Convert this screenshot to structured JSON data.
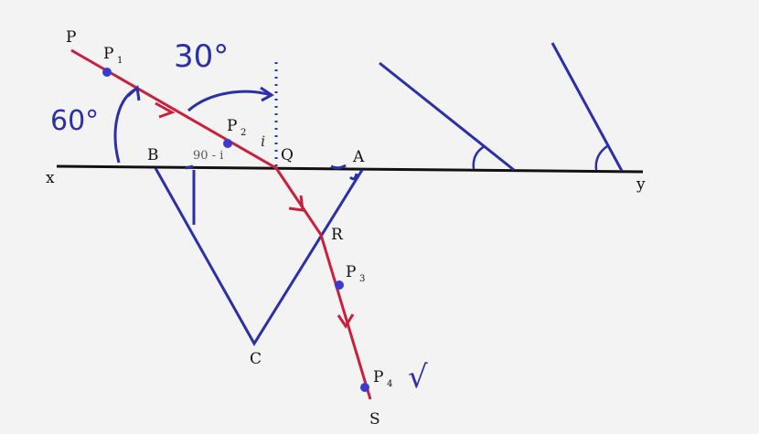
{
  "labels": {
    "p": "P",
    "s": "S",
    "q": "Q",
    "r": "R",
    "a": "A",
    "b": "B",
    "c": "C",
    "x": "x",
    "y": "y",
    "pin1": "P",
    "pin1_sub": "1",
    "pin2": "P",
    "pin2_sub": "2",
    "pin3": "P",
    "pin3_sub": "3",
    "pin4": "P",
    "pin4_sub": "4",
    "angle_i": "i",
    "angle_complement": "90 - i"
  },
  "annotations": {
    "sixty": "60°",
    "thirty": "30°",
    "check": "√"
  },
  "colors": {
    "board": "#f3f3f3",
    "ink_blue": "#2b2fa8",
    "ink_red": "#c8203c",
    "ink_black": "#111111",
    "pin_dot": "#3a3ad0"
  }
}
